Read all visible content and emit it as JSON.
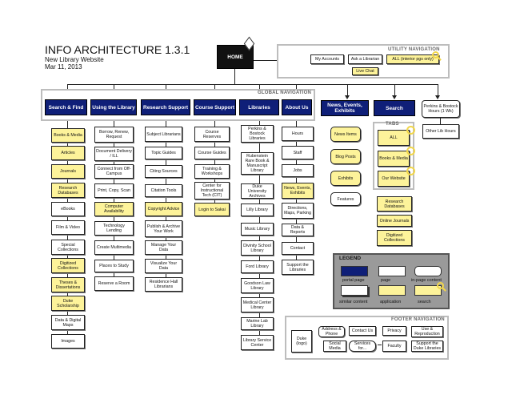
{
  "header": {
    "title": "INFO ARCHITECTURE 1.3.1",
    "subtitle": "New Library Website",
    "date": "Mar 11, 2013"
  },
  "home": {
    "label": "HOME"
  },
  "utility": {
    "title": "UTILITY NAVIGATION",
    "items": [
      "My Accounts",
      "Ask a Librarian",
      "ALL (interior pgs only)",
      "Live Chat"
    ]
  },
  "global": {
    "title": "GLOBAL NAVIGATION",
    "items": [
      "Search & Find",
      "Using the Library",
      "Research Support",
      "Course Support",
      "Libraries",
      "About Us"
    ]
  },
  "top_extra": {
    "news": "News, Events, Exhibits",
    "search": "Search",
    "hours": "Perkins & Bostock Hours (1 Wk)",
    "other_hours": "Other Lib Hours"
  },
  "columns": {
    "search_find": [
      "Books & Media",
      "Articles",
      "Journals",
      "Research Databases",
      "eBooks",
      "Film & Video",
      "Special Collections",
      "Digitized Collections",
      "Theses & Dissertations",
      "Duke Scholarship",
      "Data & Digital Maps",
      "Images"
    ],
    "using_library": [
      "Borrow, Renew, Request",
      "Document Delivery / ILL",
      "Connect from Off-Campus",
      "Print, Copy, Scan",
      "Computer Availability",
      "Technology Lending",
      "Create Multimedia",
      "Places to Study",
      "Reserve a Room"
    ],
    "research_support": [
      "Subject Librarians",
      "Topic Guides",
      "Citing Sources",
      "Citation Tools",
      "Copyright Advice",
      "Publish & Archive Your Work",
      "Manage Your Data",
      "Visualize Your Data",
      "Residence Hall Librarians"
    ],
    "course_support": [
      "Course Reserves",
      "Course Guides",
      "Training & Workshops",
      "Center for Instructional Tech (CIT)",
      "Login to Sakai"
    ],
    "libraries": [
      "Perkins & Bostock Libraries",
      "Rubenstein Rare Book & Manuscript Library",
      "Duke University Archives",
      "Lilly Library",
      "Music Library",
      "Divinity School Library",
      "Ford Library",
      "Goodson Law Library",
      "Medical Center Library",
      "Marine Lab Library",
      "Library Service Center"
    ],
    "about_us": [
      "Hours",
      "Staff",
      "Jobs",
      "News, Events, Exhibits",
      "Directions, Maps, Parking",
      "Data & Reports",
      "Contact",
      "Support the Libraries"
    ],
    "news": [
      "News Items",
      "Blog Posts",
      "Exhibits",
      "Features"
    ],
    "search": [
      "Research Databases",
      "Online Journals",
      "Digitized Collections"
    ]
  },
  "tabs": {
    "title": "TABS",
    "items": [
      "ALL",
      "Books & Media",
      "Our Website"
    ]
  },
  "legend": {
    "title": "LEGEND",
    "items": [
      "portal page",
      "page",
      "in-page content",
      "similar content",
      "application",
      "search"
    ]
  },
  "footer": {
    "title": "FOOTER NAVIGATION",
    "logo": "Duke (logo)",
    "items": [
      "Address & Phone",
      "Contact Us",
      "Privacy",
      "Use & Reproduction",
      "Social Media",
      "Services for...",
      "Faculty",
      "Support the Duke Libraries"
    ]
  },
  "colors": {
    "portal": "#0f1f78",
    "highlight": "#fdf39a",
    "legend_bg": "#9a9a9a"
  }
}
